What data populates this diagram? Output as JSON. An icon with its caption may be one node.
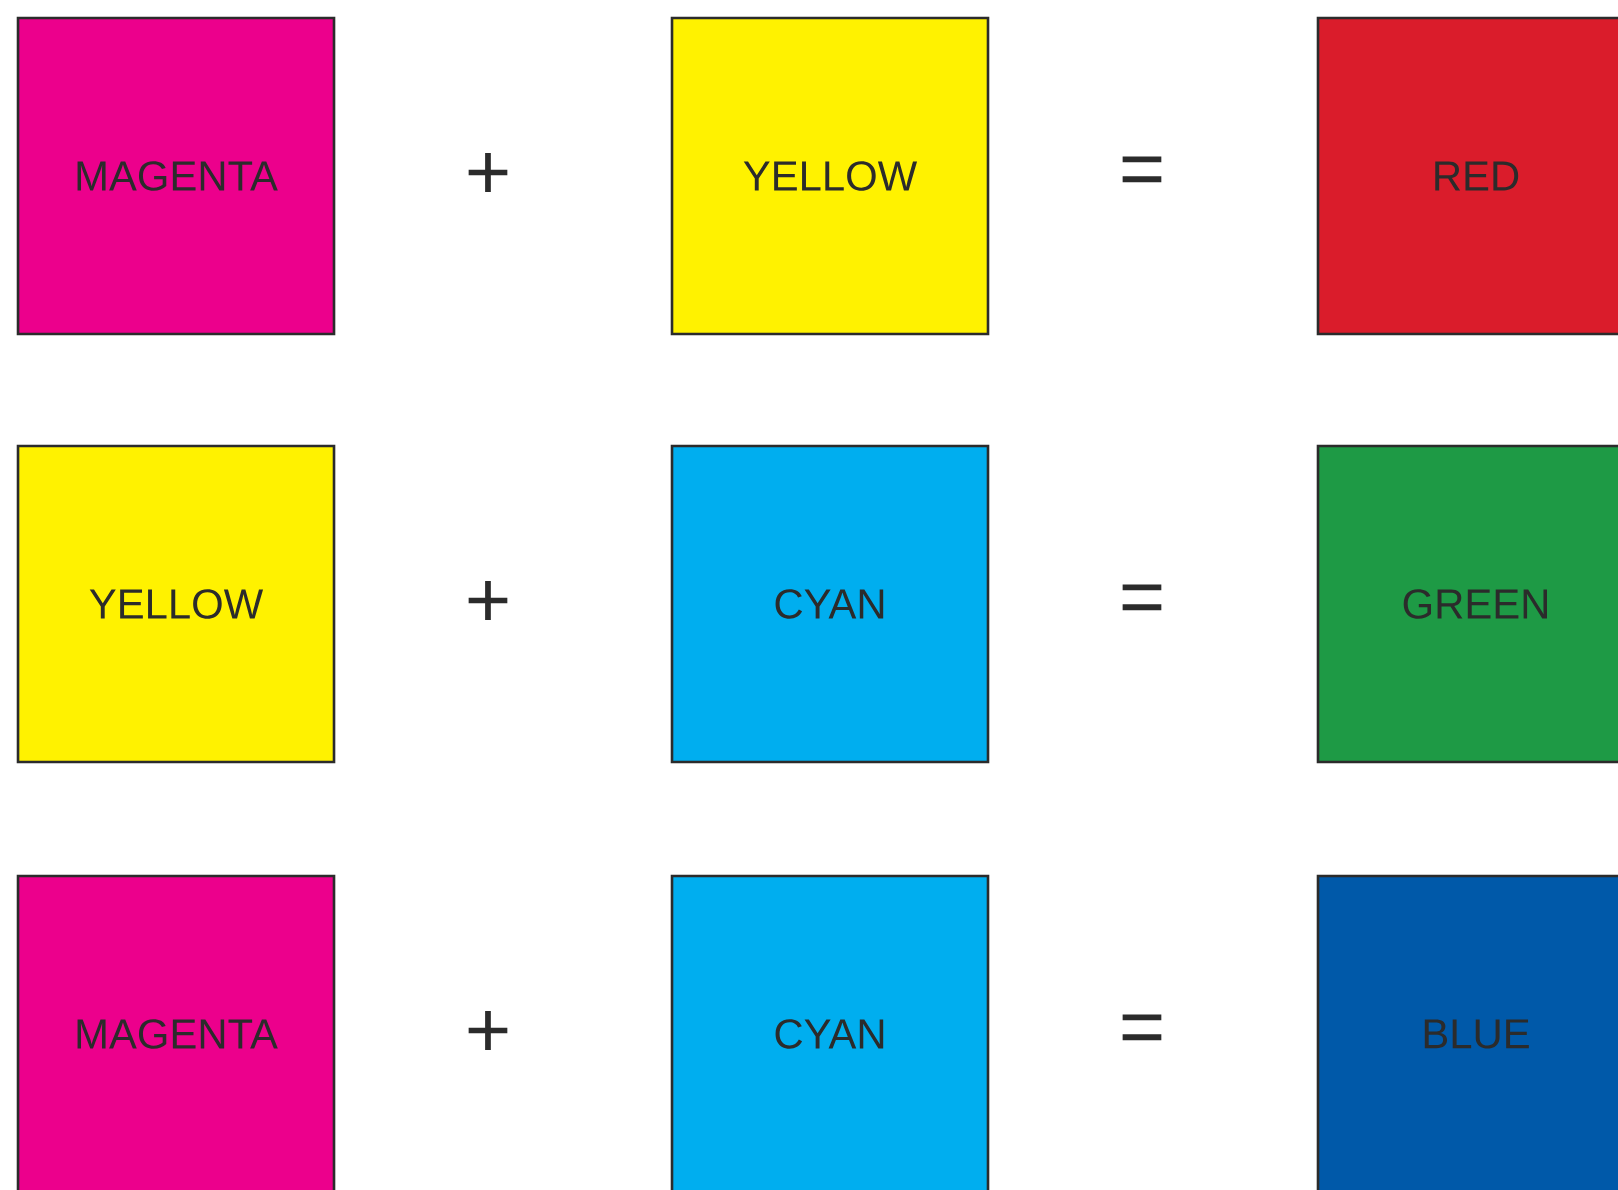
{
  "diagram": {
    "nodes": [
      {
        "text": [
          "MAGENTA"
        ]
      },
      {
        "text": [
          "YELLOW"
        ]
      },
      {
        "text": [
          "RED"
        ]
      },
      {
        "text": [
          "YELLOW"
        ]
      },
      {
        "text": [
          "CYAN"
        ]
      },
      {
        "text": [
          "GREEN"
        ]
      },
      {
        "text": [
          "MAGENTA"
        ]
      },
      {
        "text": [
          "CYAN"
        ]
      },
      {
        "text": [
          "BLUE"
        ]
      }
    ],
    "labels": [
      "+",
      "=",
      "+",
      "=",
      "+",
      "="
    ]
  }
}
